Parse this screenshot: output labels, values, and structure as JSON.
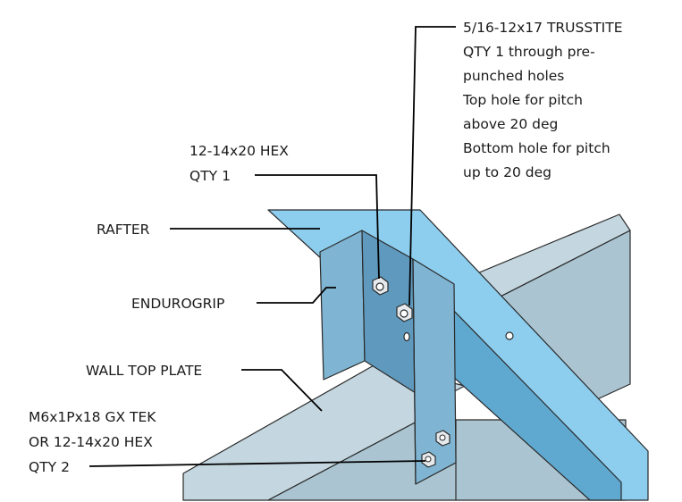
{
  "labels": {
    "trusstite": [
      "5/16-12x17 TRUSSTITE",
      "QTY 1 through pre-",
      "punched holes",
      "Top hole for pitch",
      "above 20 deg",
      "Bottom hole for pitch",
      "up to 20 deg"
    ],
    "hex": [
      "12-14x20 HEX",
      "QTY 1"
    ],
    "rafter": "RAFTER",
    "endurogrip": "ENDUROGRIP",
    "wall_top_plate": "WALL TOP PLATE",
    "tek": [
      "M6x1Px18 GX TEK",
      "OR 12-14x20 HEX",
      "QTY 2"
    ]
  },
  "colors": {
    "rafter": "#8dcdee",
    "rafter_shade": "#5fa9d1",
    "plate_top": "#c4d7e0",
    "plate_side": "#aac5d1",
    "bracket": "#7fb5d3",
    "bracket_shade": "#5f99bd",
    "screw": "#e6eaec"
  }
}
